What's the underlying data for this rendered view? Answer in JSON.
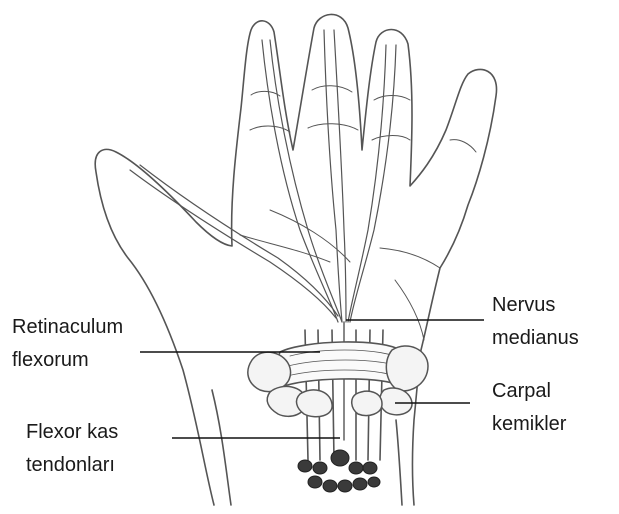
{
  "labels": {
    "retinaculum": {
      "line1": "Retinaculum",
      "line2": "flexorum"
    },
    "flexor_tendons": {
      "line1": "Flexor kas",
      "line2": "tendonları"
    },
    "nervus_medianus": {
      "line1": "Nervus",
      "line2": "medianus"
    },
    "carpal_bones": {
      "line1": "Carpal",
      "line2": "kemikler"
    }
  },
  "colors": {
    "outline": "#555555",
    "leader_line": "#111111",
    "tendon_fill": "#3a3a3a",
    "bone_fill": "#f4f4f4"
  }
}
